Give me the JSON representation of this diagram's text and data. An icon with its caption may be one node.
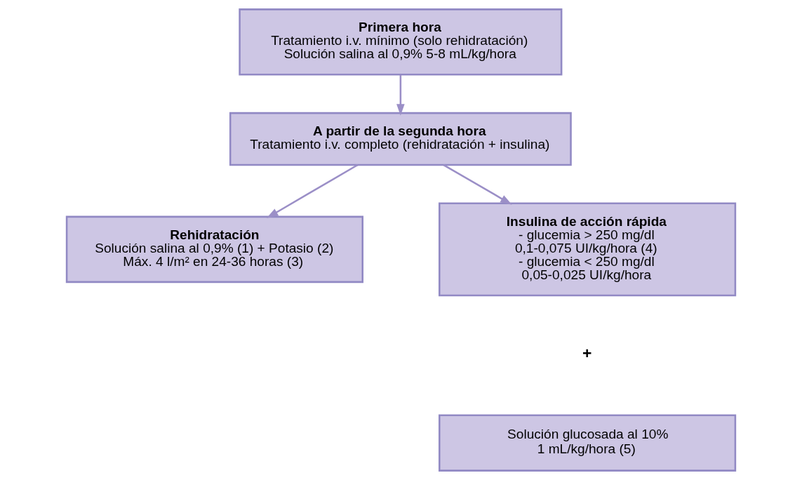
{
  "diagram": {
    "nodes": [
      {
        "text": [
          "Primera hora",
          "Tratamiento i.v. mínimo (solo rehidratación)",
          "Solución salina al 0,9% 5-8 mL/kg/hora"
        ]
      },
      {
        "text": [
          "A partir de la segunda hora",
          "Tratamiento i.v. completo (rehidratación + insulina)"
        ]
      },
      {
        "text": [
          "Rehidratación",
          "Solución salina al 0,9% (1) + Potasio (2)",
          "Máx. 4 l/m² en 24-36 horas (3)"
        ]
      },
      {
        "text": [
          "Insulina de acción rápida",
          "- glucemia > 250 mg/dl",
          "0,1-0,075 UI/kg/hora (4)",
          "- glucemia < 250 mg/dl",
          "0,05-0,025 UI/kg/hora"
        ]
      },
      {
        "text": [
          "Solución glucosada al 10%",
          "1 mL/kg/hora (5)"
        ]
      }
    ],
    "edges": [
      {
        "from": 0,
        "to": 1,
        "arrow": "to"
      },
      {
        "from": 1,
        "to": 2,
        "arrow": "to"
      },
      {
        "from": 1,
        "to": 3,
        "arrow": "to"
      }
    ],
    "labels": [
      "+"
    ]
  }
}
